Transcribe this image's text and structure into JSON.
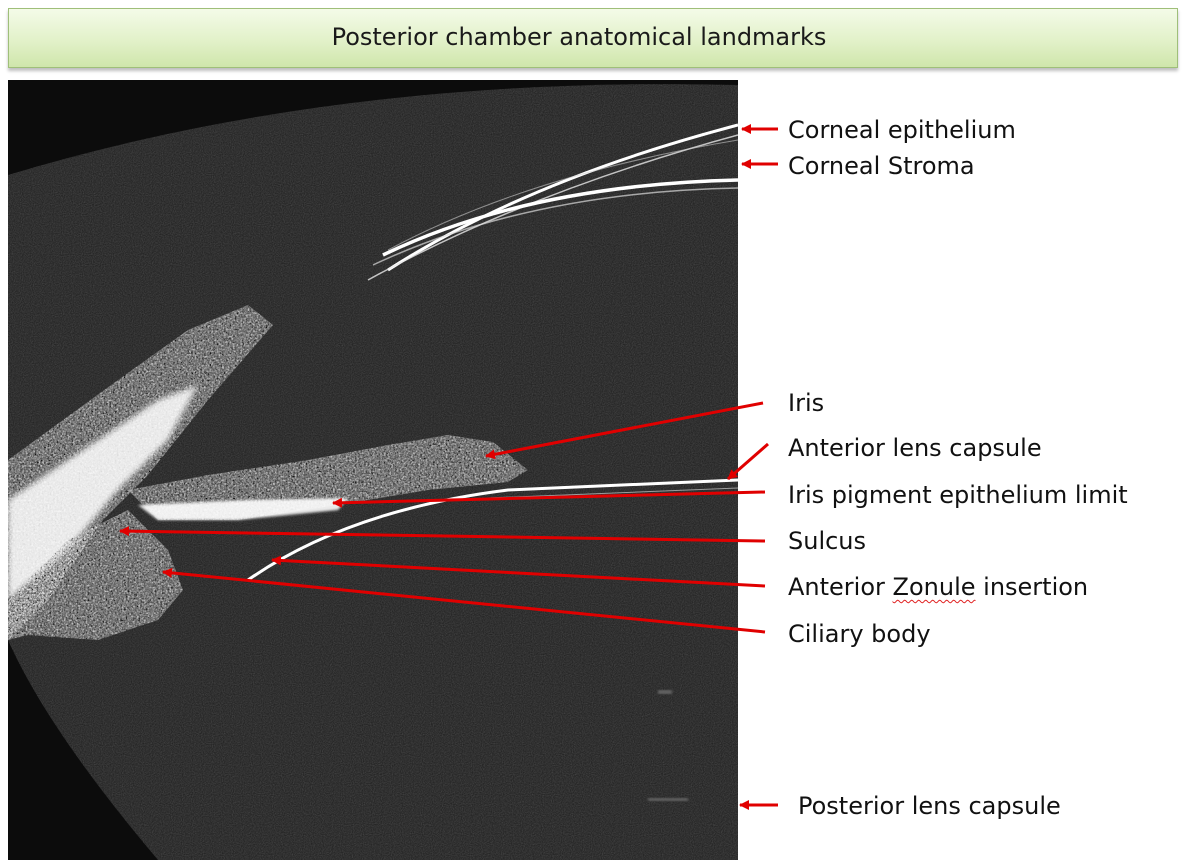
{
  "title": "Posterior chamber anatomical landmarks",
  "arrow_color": "#e00000",
  "labels": {
    "corneal_epithelium": "Corneal epithelium",
    "corneal_stroma": "Corneal Stroma",
    "iris": "Iris",
    "anterior_lens_capsule": "Anterior lens capsule",
    "iris_pigment_epithelium_limit": "Iris pigment epithelium limit",
    "sulcus": "Sulcus",
    "anterior_zonule_insertion_prefix": "Anterior ",
    "anterior_zonule_insertion_underlined": "Zonule",
    "anterior_zonule_insertion_suffix": " insertion",
    "ciliary_body": "Ciliary body",
    "posterior_lens_capsule": "Posterior lens capsule"
  }
}
